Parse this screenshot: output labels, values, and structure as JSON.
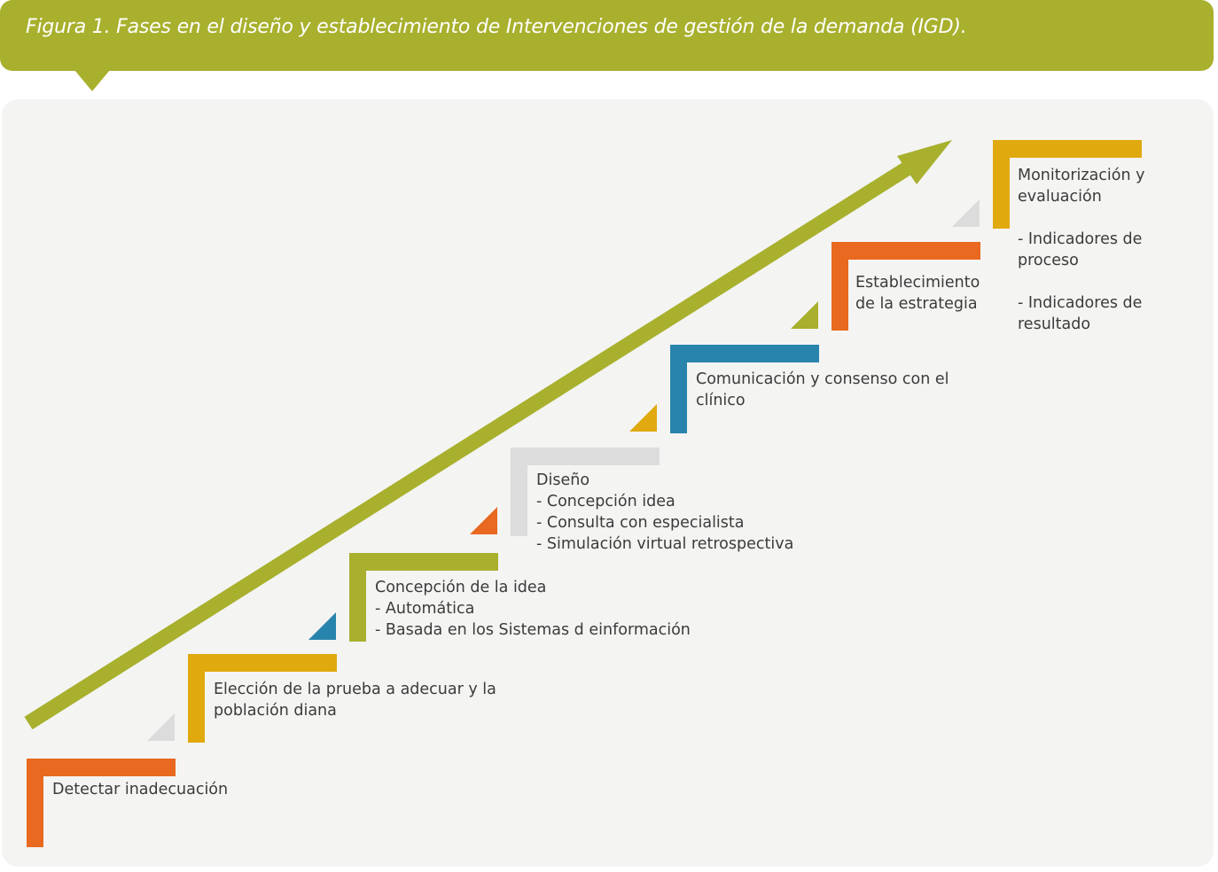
{
  "title": "Figura 1. Fases en el diseño y establecimiento de Intervenciones de gestión de la demanda (IGD).",
  "colors": {
    "olive": "#a8b02d",
    "orange": "#e8691f",
    "gold": "#e0a90e",
    "blue": "#2884ad",
    "gray": "#dcdcdc",
    "panel": "#f4f4f3",
    "text": "#3b3b3b"
  },
  "steps": [
    {
      "id": "detectar",
      "color": "orange",
      "lines": [
        "Detectar inadecuación"
      ]
    },
    {
      "id": "eleccion",
      "color": "gold",
      "lines": [
        "Elección de la prueba a adecuar y la",
        "población diana"
      ]
    },
    {
      "id": "concepcion",
      "color": "olive",
      "lines": [
        "Concepción de la idea",
        "- Automática",
        "- Basada en los Sistemas d einformación"
      ]
    },
    {
      "id": "diseno",
      "color": "gray",
      "lines": [
        "Diseño",
        "- Concepción idea",
        "- Consulta con especialista",
        "- Simulación virtual retrospectiva"
      ]
    },
    {
      "id": "comunicacion",
      "color": "blue",
      "lines": [
        "Comunicación y consenso con el",
        "clínico"
      ]
    },
    {
      "id": "establecimiento",
      "color": "orange",
      "lines": [
        "Establecimiento",
        "de la estrategia"
      ]
    },
    {
      "id": "monitorizacion",
      "color": "gold",
      "lines": [
        "Monitorización y",
        "evaluación",
        "",
        "- Indicadores de",
        "proceso",
        "",
        "- Indicadores de",
        "resultado"
      ]
    }
  ],
  "connectors": [
    "gray",
    "blue",
    "orange",
    "gold",
    "olive",
    "gray"
  ]
}
